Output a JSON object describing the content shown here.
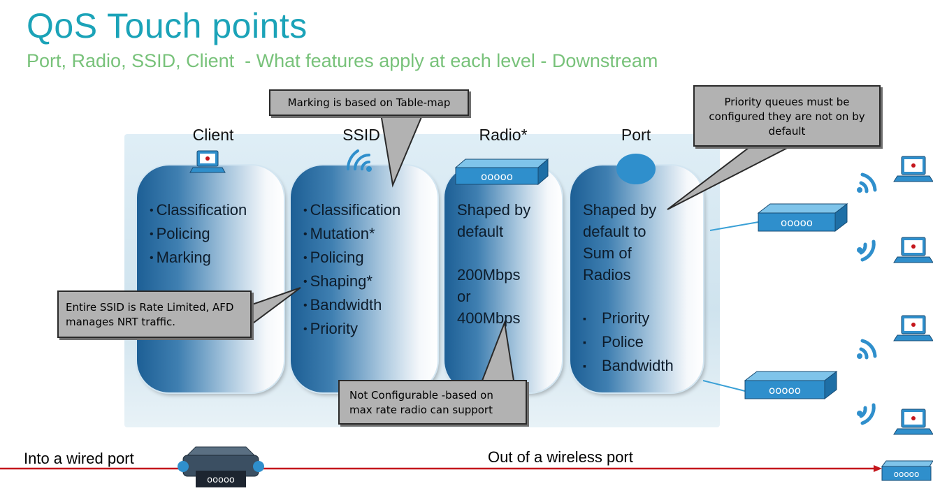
{
  "title": "QoS Touch points",
  "subtitle": "Port, Radio, SSID, Client  - What features apply at each level - Downstream",
  "columns": {
    "client": {
      "label": "Client",
      "items": [
        "Classification",
        "Policing",
        "Marking"
      ]
    },
    "ssid": {
      "label": "SSID",
      "items": [
        "Classification",
        "Mutation*",
        "Policing",
        "Shaping*",
        "Bandwidth",
        "Priority"
      ]
    },
    "radio": {
      "label": "Radio*",
      "text": "Shaped by\ndefault\n\n200Mbps\nor\n400Mbps"
    },
    "port": {
      "label": "Port",
      "text": "Shaped by\ndefault to\nSum of\nRadios",
      "items": [
        "Priority",
        "Police",
        "Bandwidth"
      ]
    }
  },
  "callouts": {
    "marking": "Marking is based on Table-map",
    "priority": "Priority queues must be configured they are not on by default",
    "ssid_rate": "Entire SSID is Rate Limited, AFD manages NRT traffic.",
    "radio_rate": "Not Configurable -based on max rate radio can support"
  },
  "wire": {
    "left": "Into a wired port",
    "right": "Out of a wireless port"
  },
  "icons": [
    "laptop-icon",
    "wifi-signal-icon",
    "access-point-icon",
    "port-dot-icon",
    "switch-icon"
  ],
  "colors": {
    "title": "#1ba3b8",
    "subtitle": "#78c27a",
    "card_dark": "#1d5f95",
    "ap_blue": "#2f8fcc",
    "line_red": "#c4161c"
  }
}
